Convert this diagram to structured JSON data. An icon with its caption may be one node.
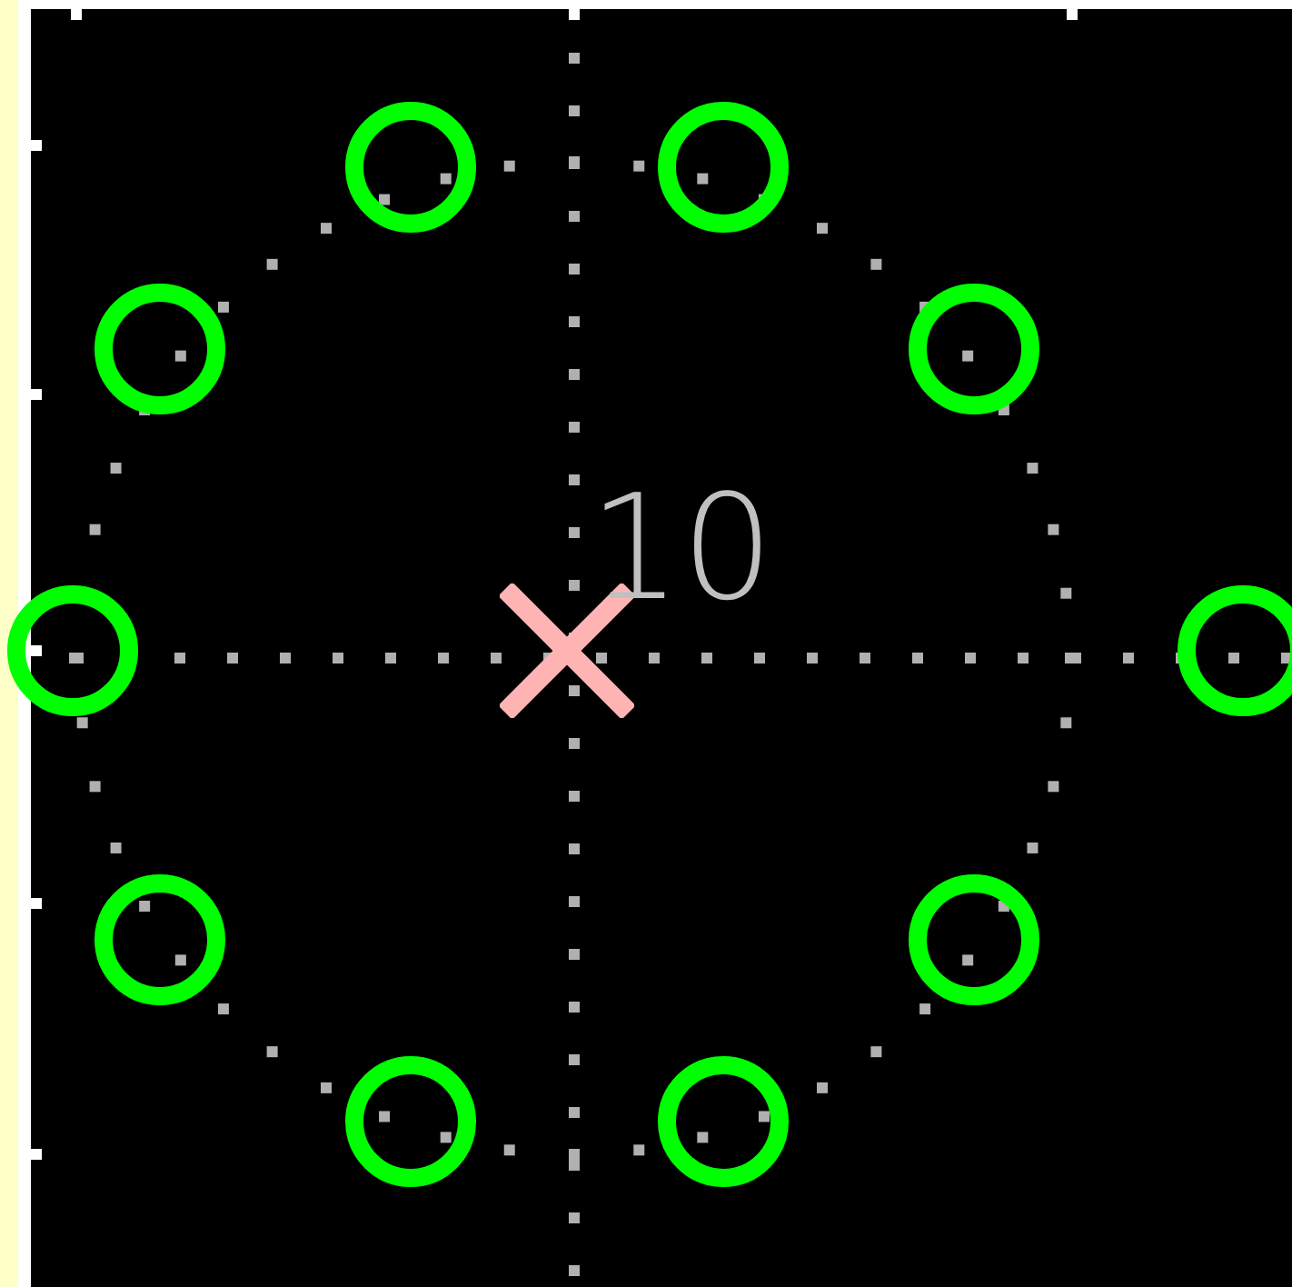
{
  "diagram": {
    "nodes": [
      {
        "text": [],
        "shape": "circle"
      },
      {
        "text": [],
        "shape": "circle"
      },
      {
        "text": [],
        "shape": "circle"
      },
      {
        "text": [],
        "shape": "circle"
      },
      {
        "text": [],
        "shape": "circle"
      },
      {
        "text": [],
        "shape": "circle"
      },
      {
        "text": [],
        "shape": "circle"
      },
      {
        "text": [],
        "shape": "circle"
      },
      {
        "text": [],
        "shape": "circle"
      },
      {
        "text": [],
        "shape": "circle"
      },
      {
        "text": [],
        "shape": "cross"
      }
    ],
    "labels": [
      "10"
    ]
  }
}
